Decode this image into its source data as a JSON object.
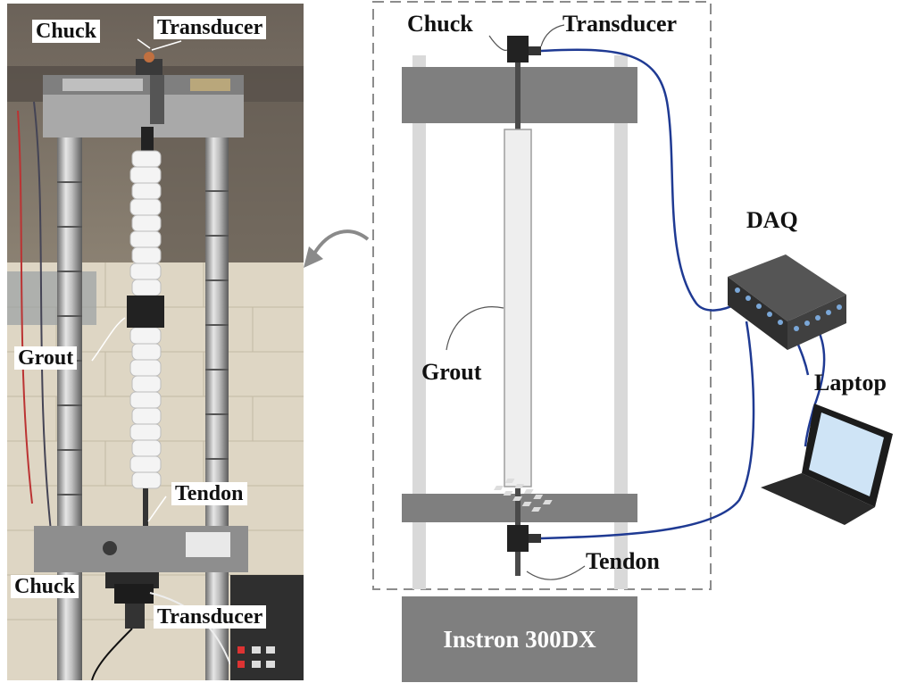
{
  "photo": {
    "labels": {
      "chuck_top": "Chuck",
      "transducer_top": "Transducer",
      "grout": "Grout",
      "tendon": "Tendon",
      "chuck_bottom": "Chuck",
      "transducer_bottom": "Transducer"
    }
  },
  "schematic": {
    "labels": {
      "chuck": "Chuck",
      "transducer": "Transducer",
      "grout": "Grout",
      "tendon": "Tendon",
      "daq": "DAQ",
      "laptop": "Laptop",
      "machine": "Instron 300DX"
    }
  },
  "colors": {
    "frame": "#7f7f7f",
    "column": "#d9d9d9",
    "cable": "#1f3a93",
    "grout": "#eeeeee",
    "box": "#444444"
  }
}
